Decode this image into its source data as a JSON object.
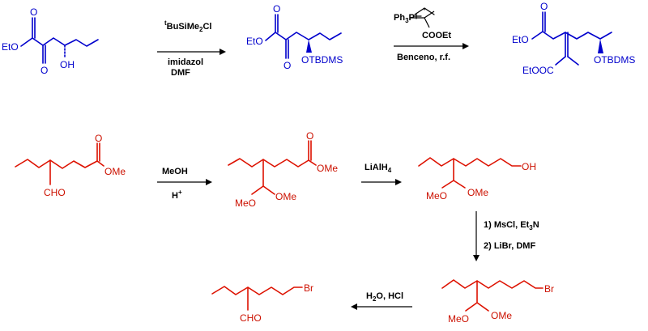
{
  "colors": {
    "reactant_blue": "#0000cc",
    "reactant_red": "#dd1100",
    "text": "#000000"
  },
  "scheme1": {
    "mol1": {
      "ester": "EtO",
      "o_top": "O",
      "o_keto": "O",
      "oh": "OH"
    },
    "step1": {
      "reagent_sup": "t",
      "reagent_main": "BuSiMe",
      "reagent_sub": "2",
      "reagent_end": "Cl",
      "base": "imidazol",
      "solvent": "DMF"
    },
    "mol2": {
      "ester": "EtO",
      "o_top": "O",
      "o_keto": "O",
      "otbdms": "OTBDMS"
    },
    "step2": {
      "ylide_ph": "Ph",
      "ylide_sub": "3",
      "ylide_p": "P",
      "ylide_ester": "COOEt",
      "conditions": "Benceno,  r.f."
    },
    "mol3": {
      "ester": "EtO",
      "o_top": "O",
      "ester2": "EtOOC",
      "otbdms": "OTBDMS"
    }
  },
  "scheme2": {
    "mol4": {
      "ome": "OMe",
      "o_top": "O",
      "cho": "CHO"
    },
    "step3": {
      "reagent": "MeOH",
      "acid": "H",
      "acid_sup": "+"
    },
    "mol5": {
      "ome": "OMe",
      "o_top": "O",
      "meo": "MeO",
      "ome2": "OMe"
    },
    "step4": {
      "reagent": "LiAlH",
      "reagent_sub": "4"
    },
    "mol6": {
      "oh": "OH",
      "meo": "MeO",
      "ome": "OMe"
    },
    "step5": {
      "line1": "1) MsCl, Et",
      "line1_sub": "3",
      "line1_end": "N",
      "line2": "2) LiBr, DMF"
    },
    "mol7": {
      "br": "Br",
      "meo": "MeO",
      "ome": "OMe"
    },
    "step6": {
      "reagent": "H",
      "reagent_sub": "2",
      "reagent_end": "O, HCl"
    },
    "mol8": {
      "br": "Br",
      "cho": "CHO"
    }
  }
}
